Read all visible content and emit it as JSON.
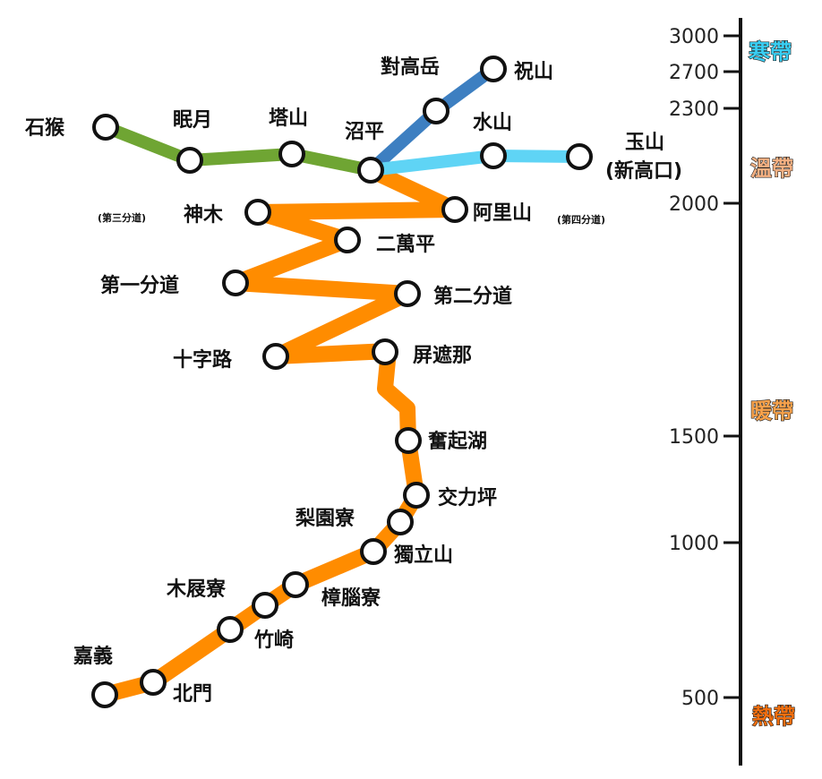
{
  "colors": {
    "orange": "#FF8C00",
    "green": "#6FA533",
    "dark_blue": "#3D7FC1",
    "light_blue": "#5FD4F5",
    "station_fill": "#ffffff",
    "station_stroke": "#111111",
    "zone_cold": "#39CFF4",
    "zone_temperate": "#F5B183",
    "zone_warm": "#F7A24C",
    "zone_hot": "#F26F0F"
  },
  "stations": {
    "jiayi": "嘉義",
    "beimen": "北門",
    "zhuqi": "竹崎",
    "mujiliao": "木屐寮",
    "zhangnaoliao": "樟腦寮",
    "dulishan": "獨立山",
    "liyuanliao": "梨園寮",
    "jiaoliping": "交力坪",
    "fenqihu": "奮起湖",
    "pingzhena": "屏遮那",
    "shizilu": "十字路",
    "diyifendao": "第一分道",
    "dierfendao": "第二分道",
    "erwanping": "二萬平",
    "shenmu": "神木",
    "shenmu_note": "(第三分道)",
    "alishan": "阿里山",
    "alishan_note": "(第四分道)",
    "zhaoping": "沼平",
    "duigaoyue": "對高岳",
    "zhushan": "祝山",
    "shuishan": "水山",
    "yushan": "玉山",
    "yushan_note": "(新高口)",
    "tashan": "塔山",
    "mianyue": "眠月",
    "shihou": "石猴"
  },
  "altitude_ticks": [
    "3000",
    "2700",
    "2300",
    "2000",
    "1500",
    "1000",
    "500"
  ],
  "zones": {
    "cold": "寒帶",
    "temperate": "溫帶",
    "warm": "暖帶",
    "hot": "熱帶"
  }
}
